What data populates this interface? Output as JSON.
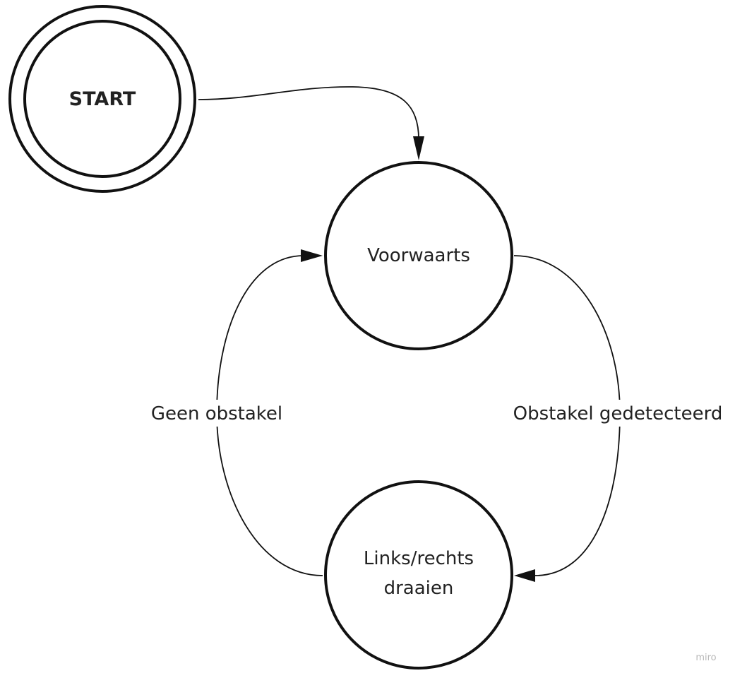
{
  "diagram": {
    "nodes": {
      "start": {
        "label": "START"
      },
      "forward": {
        "label": "Voorwaarts"
      },
      "turn": {
        "label_line1": "Links/rechts",
        "label_line2": "draaien"
      }
    },
    "edges": {
      "obstacle_detected": {
        "label": "Obstakel gedetecteerd"
      },
      "no_obstacle": {
        "label": "Geen obstakel"
      }
    },
    "watermark": "miro",
    "colors": {
      "stroke": "#111111",
      "text": "#222222",
      "background": "#ffffff",
      "watermark": "#b8b8b8"
    }
  }
}
